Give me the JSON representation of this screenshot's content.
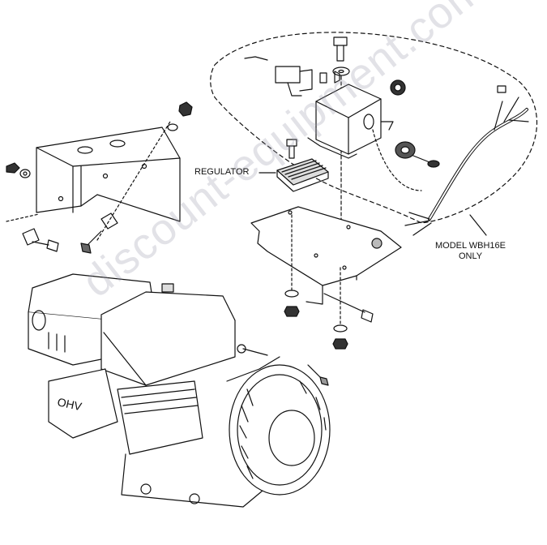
{
  "labels": {
    "regulator": "REGULATOR",
    "model_line1": "MODEL WBH16E",
    "model_line2": "ONLY"
  },
  "watermark": "discount-equipment.com",
  "colors": {
    "line": "#111111",
    "fill": "#ffffff",
    "shade": "#e8e8e8",
    "watermark": "#9696aa"
  }
}
